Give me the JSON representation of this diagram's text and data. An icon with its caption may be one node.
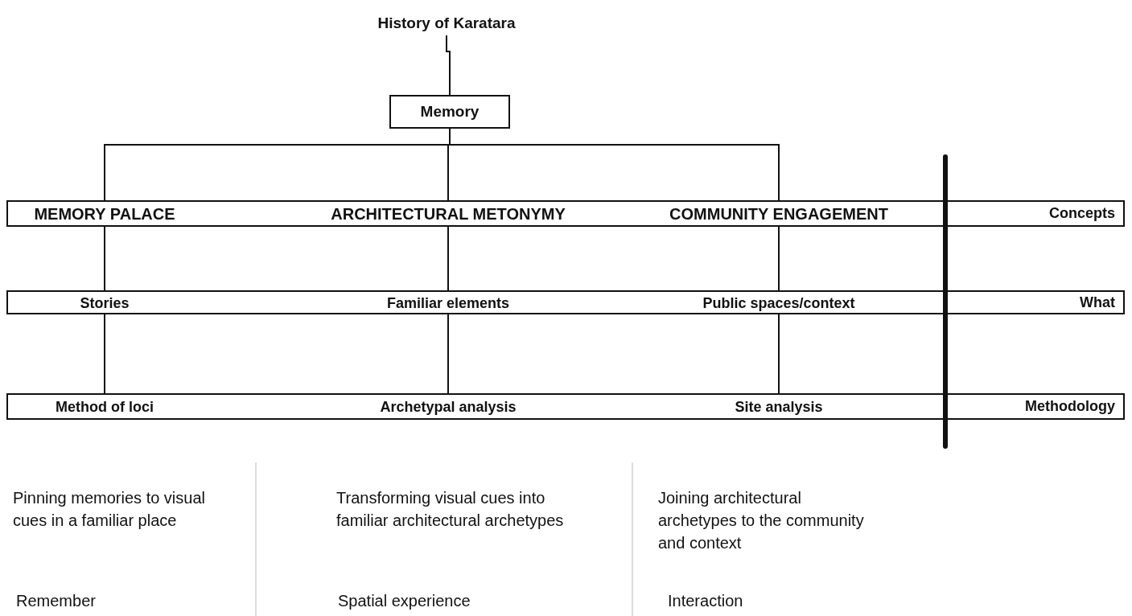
{
  "diagram": {
    "nodes": [
      {
        "text": [
          "History of Karatara"
        ]
      },
      {
        "text": [
          "Memory"
        ]
      },
      {
        "text": [
          "Concepts"
        ]
      },
      {
        "text": [
          "MEMORY PALACE"
        ],
        "in": 2
      },
      {
        "text": [
          "ARCHITECTURAL METONYMY"
        ],
        "in": 2
      },
      {
        "text": [
          "COMMUNITY ENGAGEMENT"
        ],
        "in": 2
      },
      {
        "text": [
          "What"
        ]
      },
      {
        "text": [
          "Stories"
        ],
        "in": 6
      },
      {
        "text": [
          "Familiar elements"
        ],
        "in": 6
      },
      {
        "text": [
          "Public spaces/context"
        ],
        "in": 6
      },
      {
        "text": [
          "Methodology"
        ]
      },
      {
        "text": [
          "Method of loci"
        ],
        "in": 10
      },
      {
        "text": [
          "Archetypal analysis"
        ],
        "in": 10
      },
      {
        "text": [
          "Site analysis"
        ],
        "in": 10
      }
    ],
    "edges": [
      {
        "from": 0,
        "to": 1,
        "arrow": "none"
      },
      {
        "from": 1,
        "to": 3,
        "arrow": "none"
      },
      {
        "from": 1,
        "to": 4,
        "arrow": "none"
      },
      {
        "from": 1,
        "to": 5,
        "arrow": "none"
      },
      {
        "from": 3,
        "to": 7,
        "arrow": "none"
      },
      {
        "from": 4,
        "to": 8,
        "arrow": "none"
      },
      {
        "from": 5,
        "to": 9,
        "arrow": "none"
      },
      {
        "from": 7,
        "to": 11,
        "arrow": "none"
      },
      {
        "from": 8,
        "to": 12,
        "arrow": "none"
      },
      {
        "from": 9,
        "to": 13,
        "arrow": "none"
      }
    ],
    "labels": [
      "Pinning memories to visual cues in a familiar place",
      "Transforming visual cues into familiar architectural archetypes",
      "Joining architectural archetypes to the community and context",
      "Remember",
      "Spatial experience",
      "Interaction"
    ]
  }
}
